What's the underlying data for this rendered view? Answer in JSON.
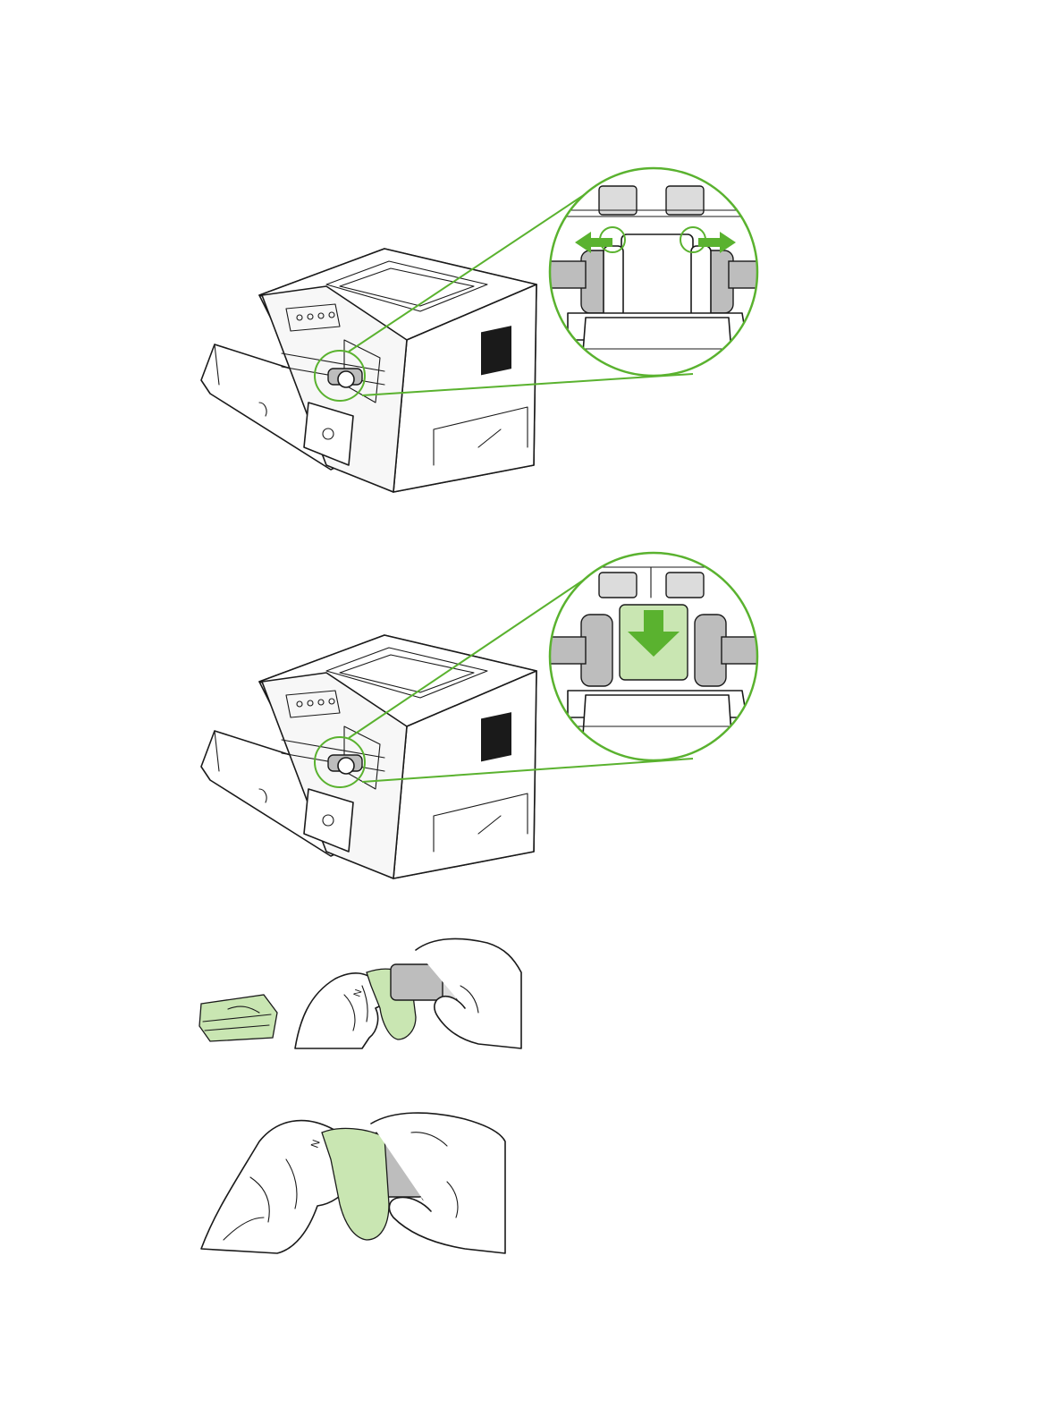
{
  "page": {
    "background": "#ffffff",
    "accent_color": "#5ab22f",
    "cloth_color": "#c9e6b2"
  },
  "figures": [
    {
      "id": "step-1",
      "icon": "printer-release-tabs-illustration"
    },
    {
      "id": "step-2",
      "icon": "printer-remove-roller-illustration"
    },
    {
      "id": "step-3",
      "icon": "cloth-and-roller-illustration"
    },
    {
      "id": "step-4",
      "icon": "wipe-roller-illustration"
    }
  ]
}
